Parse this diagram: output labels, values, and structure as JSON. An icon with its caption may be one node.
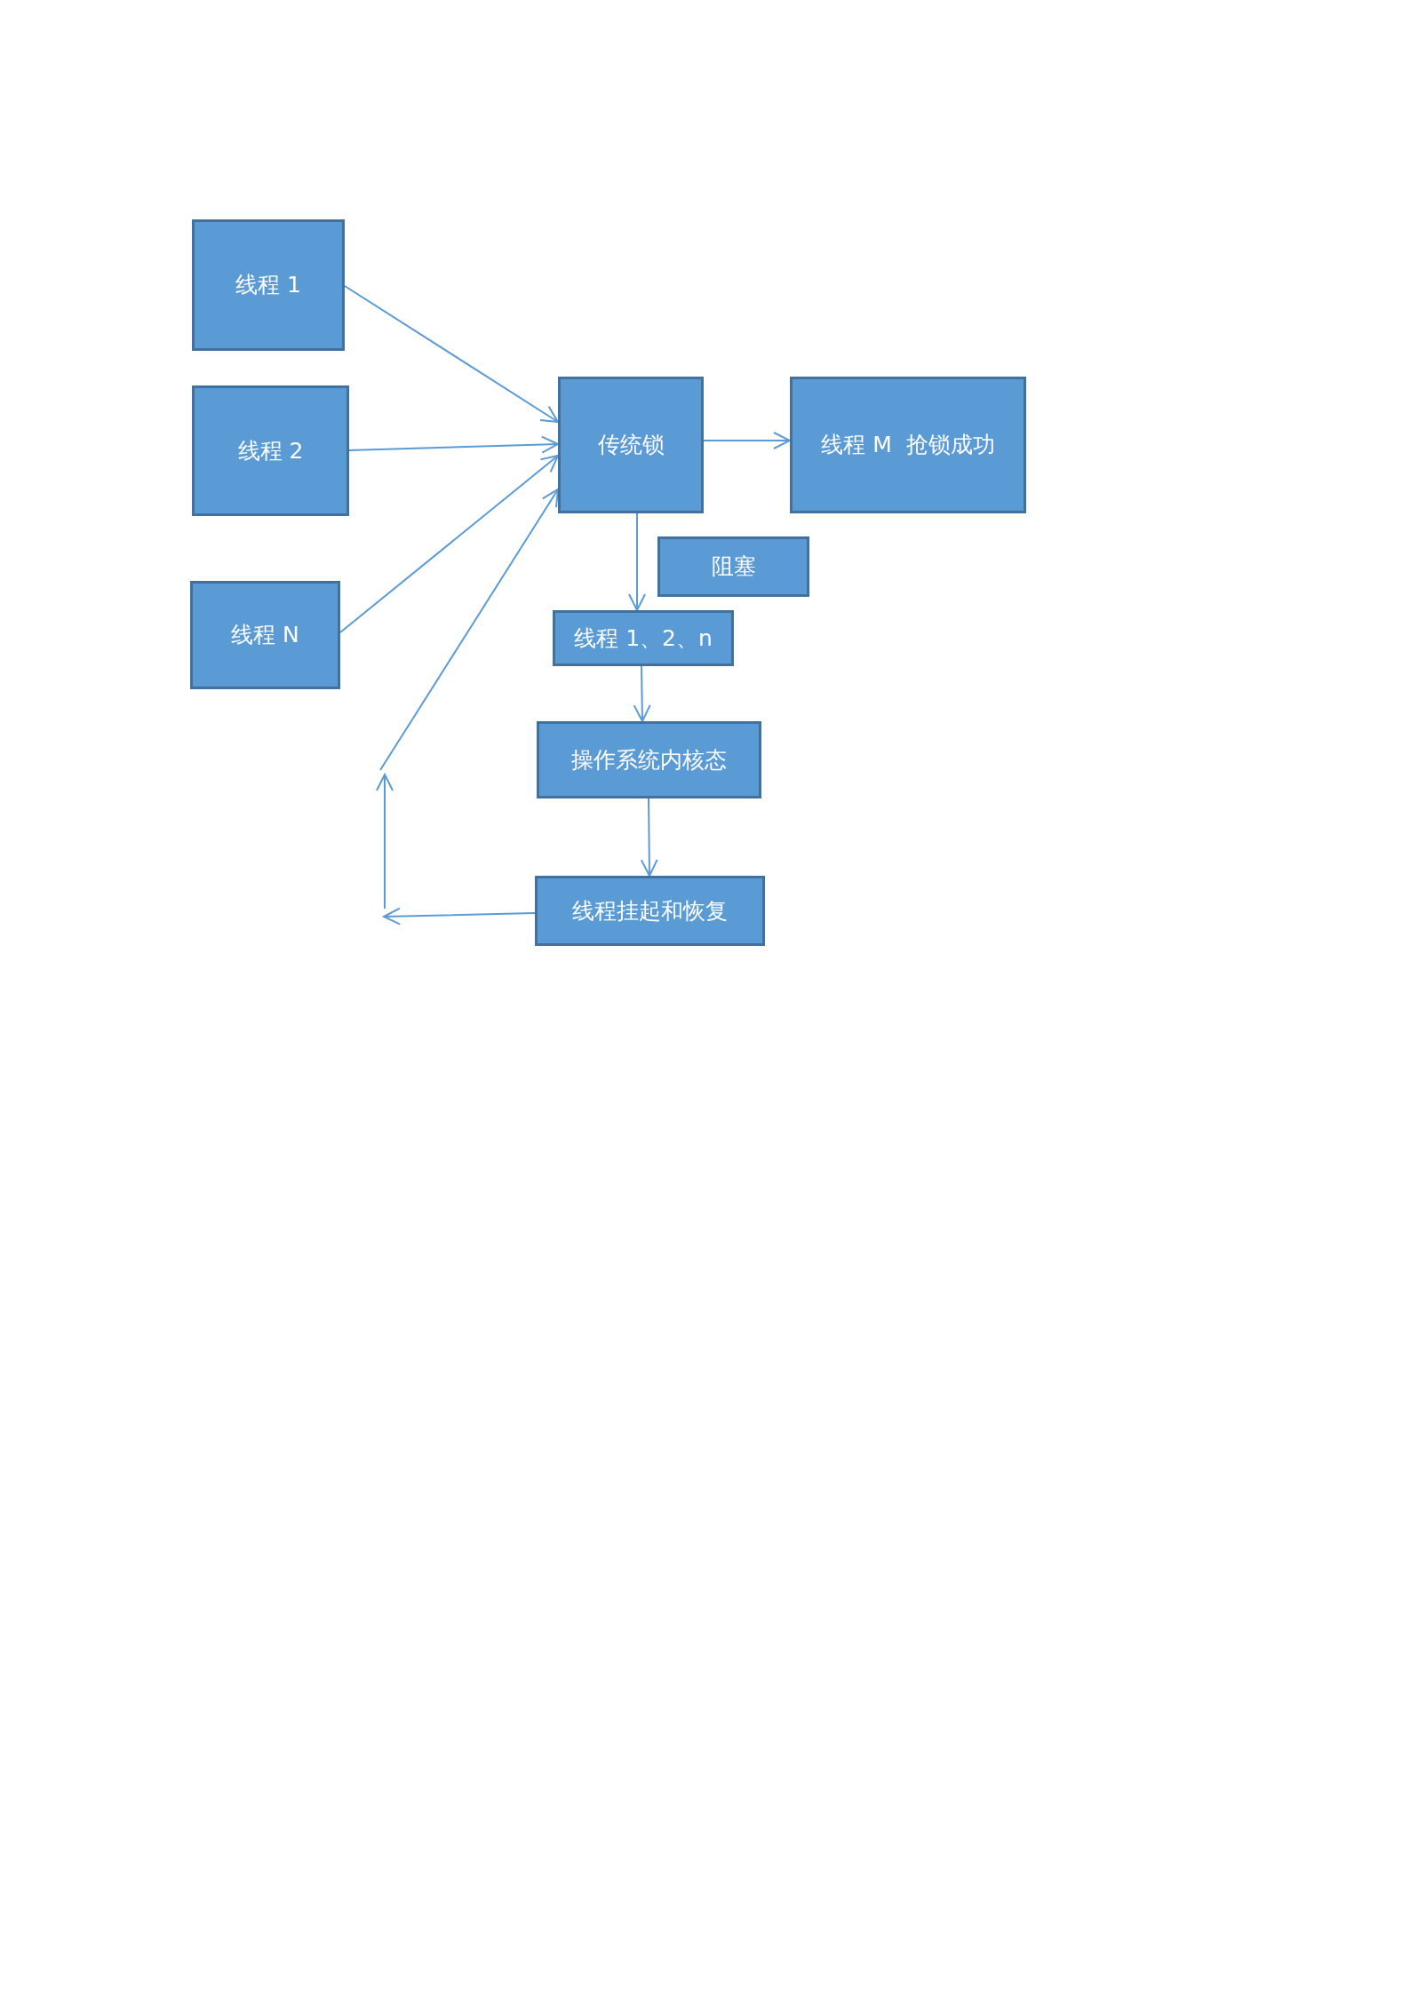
{
  "diagram": {
    "nodes": [
      {
        "text": [
          "线程 1"
        ]
      },
      {
        "text": [
          "线程 2"
        ]
      },
      {
        "text": [
          "线程 N"
        ]
      },
      {
        "text": [
          "传统锁"
        ]
      },
      {
        "text": [
          "线程 M  抢锁成功"
        ]
      },
      {
        "text": [
          "阻塞"
        ]
      },
      {
        "text": [
          "线程 1、2、n"
        ]
      },
      {
        "text": [
          "操作系统内核态"
        ]
      },
      {
        "text": [
          "线程挂起和恢复"
        ]
      }
    ],
    "edges": [
      {
        "from": 0,
        "to": 3,
        "arrow": "to"
      },
      {
        "from": 1,
        "to": 3,
        "arrow": "to"
      },
      {
        "from": 2,
        "to": 3,
        "arrow": "to"
      },
      {
        "from": 3,
        "to": 4,
        "arrow": "to"
      },
      {
        "from": 3,
        "to": 6,
        "arrow": "to"
      },
      {
        "from": 6,
        "to": 7,
        "arrow": "to"
      },
      {
        "from": 7,
        "to": 8,
        "arrow": "to"
      },
      {
        "from": 8,
        "to": 3,
        "arrow": "to"
      }
    ]
  }
}
